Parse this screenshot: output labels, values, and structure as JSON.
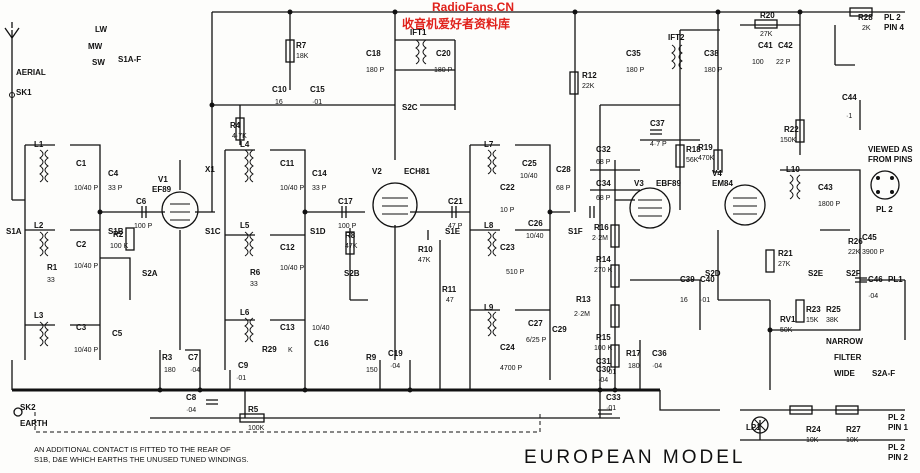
{
  "watermark": {
    "site": "RadioFans.CN",
    "subtitle": "收音机爱好者资料库"
  },
  "title": "EUROPEAN MODEL",
  "note_lines": [
    "AN ADDITIONAL CONTACT IS FITTED TO THE REAR OF",
    "S1B, D&E WHICH EARTHS THE UNUSED TUNED WINDINGS."
  ],
  "labels": {
    "aerial": "AERIAL",
    "sk1": "SK1",
    "sk2": "SK2",
    "earth": "EARTH",
    "lw": "LW",
    "mw": "MW",
    "sw": "SW",
    "s1af": "S1A-F",
    "viewed1": "VIEWED AS",
    "viewed2": "FROM PINS",
    "pl2": "PL 2",
    "pl2pin4": "PL 2",
    "pin4": "PIN 4",
    "pl1": "PL1",
    "pl2pin1": "PL 2",
    "pin1": "PIN 1",
    "pl2pin2": "PL 2",
    "pin2": "PIN 2",
    "narrow": "NARROW",
    "filter": "FILTER",
    "wide": "WIDE",
    "s2af": "S2A-F",
    "lp1": "LP1"
  },
  "valves": [
    {
      "ref": "V1",
      "type": "EF89"
    },
    {
      "ref": "V2",
      "type": "ECH81"
    },
    {
      "ref": "V3",
      "type": "EBF89"
    },
    {
      "ref": "V4",
      "type": "EM84"
    }
  ],
  "inductors": [
    "L1",
    "L2",
    "L3",
    "L4",
    "L5",
    "L6",
    "L7",
    "L8",
    "L9",
    "L10",
    "IFT1",
    "IFT2",
    "X1"
  ],
  "switches": [
    "S1A",
    "S1B",
    "S1C",
    "S1D",
    "S1E",
    "S1F",
    "S2A",
    "S2B",
    "S2C",
    "S2D",
    "S2E",
    "S2F"
  ],
  "resistors": [
    {
      "ref": "R1",
      "value": "33"
    },
    {
      "ref": "R2",
      "value": "100 K"
    },
    {
      "ref": "R3",
      "value": "180"
    },
    {
      "ref": "R4",
      "value": "4·7K"
    },
    {
      "ref": "R5",
      "value": "100K"
    },
    {
      "ref": "R6",
      "value": "33"
    },
    {
      "ref": "R7",
      "value": "18K"
    },
    {
      "ref": "R8",
      "value": "47K"
    },
    {
      "ref": "R9",
      "value": "150"
    },
    {
      "ref": "R10",
      "value": "47K"
    },
    {
      "ref": "R11",
      "value": "47"
    },
    {
      "ref": "R12",
      "value": "22K"
    },
    {
      "ref": "R13",
      "value": "2·2M"
    },
    {
      "ref": "R14",
      "value": "270 K"
    },
    {
      "ref": "R15",
      "value": "100 K"
    },
    {
      "ref": "R16",
      "value": "2·2M"
    },
    {
      "ref": "R17",
      "value": "180"
    },
    {
      "ref": "R18",
      "value": "56K"
    },
    {
      "ref": "R19",
      "value": "470K"
    },
    {
      "ref": "R20",
      "value": "27K"
    },
    {
      "ref": "R21",
      "value": "27K"
    },
    {
      "ref": "R22",
      "value": "150K"
    },
    {
      "ref": "R23",
      "value": "15K"
    },
    {
      "ref": "R24",
      "value": "10K"
    },
    {
      "ref": "R25",
      "value": "38K"
    },
    {
      "ref": "R26",
      "value": "22K"
    },
    {
      "ref": "R27",
      "value": "10K"
    },
    {
      "ref": "R28",
      "value": "2K"
    },
    {
      "ref": "R29",
      "value": "K"
    },
    {
      "ref": "RV1",
      "value": "50K"
    }
  ],
  "capacitors": [
    {
      "ref": "C1",
      "value": "10/40 P"
    },
    {
      "ref": "C2",
      "value": "10/40 P"
    },
    {
      "ref": "C3",
      "value": "10/40 P"
    },
    {
      "ref": "C4",
      "value": "33 P"
    },
    {
      "ref": "C5",
      "value": ""
    },
    {
      "ref": "C6",
      "value": "100 P"
    },
    {
      "ref": "C7",
      "value": "·04"
    },
    {
      "ref": "C8",
      "value": "·04"
    },
    {
      "ref": "C9",
      "value": "·01"
    },
    {
      "ref": "C10",
      "value": "16"
    },
    {
      "ref": "C11",
      "value": "10/40 P"
    },
    {
      "ref": "C12",
      "value": "10/40 P"
    },
    {
      "ref": "C13",
      "value": "10/40"
    },
    {
      "ref": "C14",
      "value": "33 P"
    },
    {
      "ref": "C15",
      "value": "·01"
    },
    {
      "ref": "C16",
      "value": ""
    },
    {
      "ref": "C17",
      "value": "100 P"
    },
    {
      "ref": "C18",
      "value": "180 P"
    },
    {
      "ref": "C19",
      "value": "·04"
    },
    {
      "ref": "C20",
      "value": "180 P"
    },
    {
      "ref": "C21",
      "value": "47 P"
    },
    {
      "ref": "C22",
      "value": "10 P"
    },
    {
      "ref": "C23",
      "value": "510 P"
    },
    {
      "ref": "C24",
      "value": "4700 P"
    },
    {
      "ref": "C25",
      "value": "10/40"
    },
    {
      "ref": "C26",
      "value": "10/40"
    },
    {
      "ref": "C27",
      "value": "6/25 P"
    },
    {
      "ref": "C28",
      "value": "68 P"
    },
    {
      "ref": "C29",
      "value": ""
    },
    {
      "ref": "C30",
      "value": "·04"
    },
    {
      "ref": "C31",
      "value": "·01"
    },
    {
      "ref": "C32",
      "value": "68 P"
    },
    {
      "ref": "C33",
      "value": "·01"
    },
    {
      "ref": "C34",
      "value": "68 P"
    },
    {
      "ref": "C35",
      "value": "180 P"
    },
    {
      "ref": "C36",
      "value": "·04"
    },
    {
      "ref": "C37",
      "value": "4·7 P"
    },
    {
      "ref": "C38",
      "value": "180 P"
    },
    {
      "ref": "C39",
      "value": "16"
    },
    {
      "ref": "C40",
      "value": "·01"
    },
    {
      "ref": "C41",
      "value": "100"
    },
    {
      "ref": "C42",
      "value": "22 P"
    },
    {
      "ref": "C43",
      "value": "1800 P"
    },
    {
      "ref": "C44",
      "value": "·1"
    },
    {
      "ref": "C45",
      "value": "3900 P"
    },
    {
      "ref": "C46",
      "value": "·04"
    }
  ]
}
